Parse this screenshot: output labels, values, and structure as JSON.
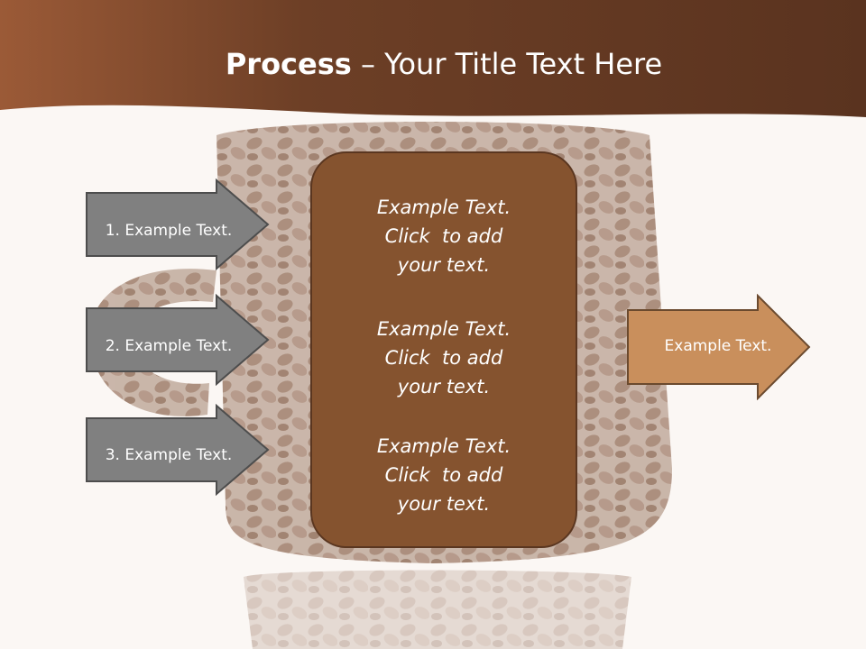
{
  "title": {
    "bold": "Process",
    "rest": " – Your Title Text Here"
  },
  "left_arrows": [
    {
      "label": "1. Example Text."
    },
    {
      "label": "2. Example Text."
    },
    {
      "label": "3. Example Text."
    }
  ],
  "center_box": {
    "paragraphs": [
      {
        "lines": [
          "Example Text.",
          "Click  to add",
          "your text."
        ]
      },
      {
        "lines": [
          "Example Text.",
          "Click  to add",
          "your text."
        ]
      },
      {
        "lines": [
          "Example Text.",
          "Click  to add",
          "your text."
        ]
      }
    ]
  },
  "right_arrow": {
    "label": "Example Text."
  },
  "colors": {
    "header": "#6a3d25",
    "left_arrow_fill": "#808080",
    "center_box_fill": "#85532f",
    "right_arrow_fill": "#c98f5c"
  },
  "background_image": "coffee-beans-cup"
}
